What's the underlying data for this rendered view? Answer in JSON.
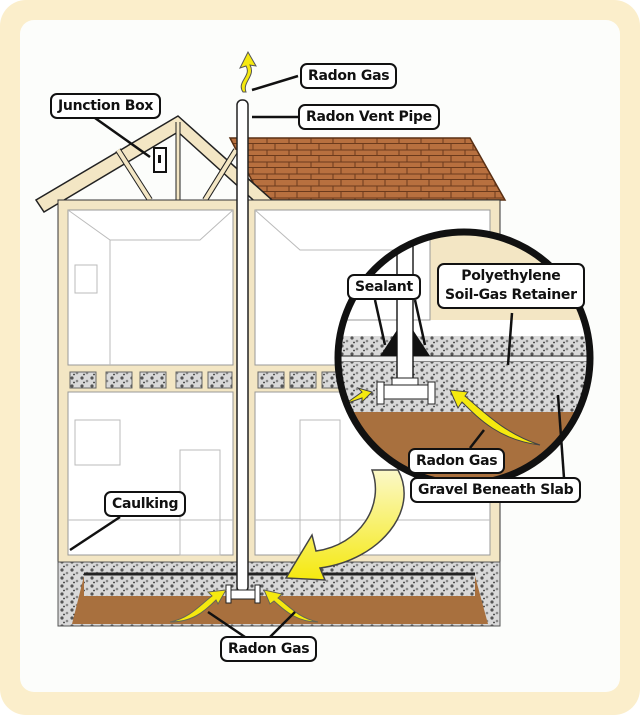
{
  "title": "Radon Mitigation System Diagram",
  "labels": {
    "radon_gas_top": "Radon Gas",
    "junction_box": "Junction Box",
    "radon_vent_pipe": "Radon Vent Pipe",
    "sealant": "Sealant",
    "retainer_line1": "Polyethylene",
    "retainer_line2": "Soil-Gas Retainer",
    "radon_gas_detail": "Radon Gas",
    "gravel_beneath_slab": "Gravel Beneath Slab",
    "caulking": "Caulking",
    "radon_gas_bottom": "Radon Gas"
  },
  "colors": {
    "frame": "#fbeecb",
    "roof": "#b8703f",
    "soil": "#a8703e",
    "wall_trim": "#f3e6c4",
    "arrow": "#f5e90f"
  }
}
